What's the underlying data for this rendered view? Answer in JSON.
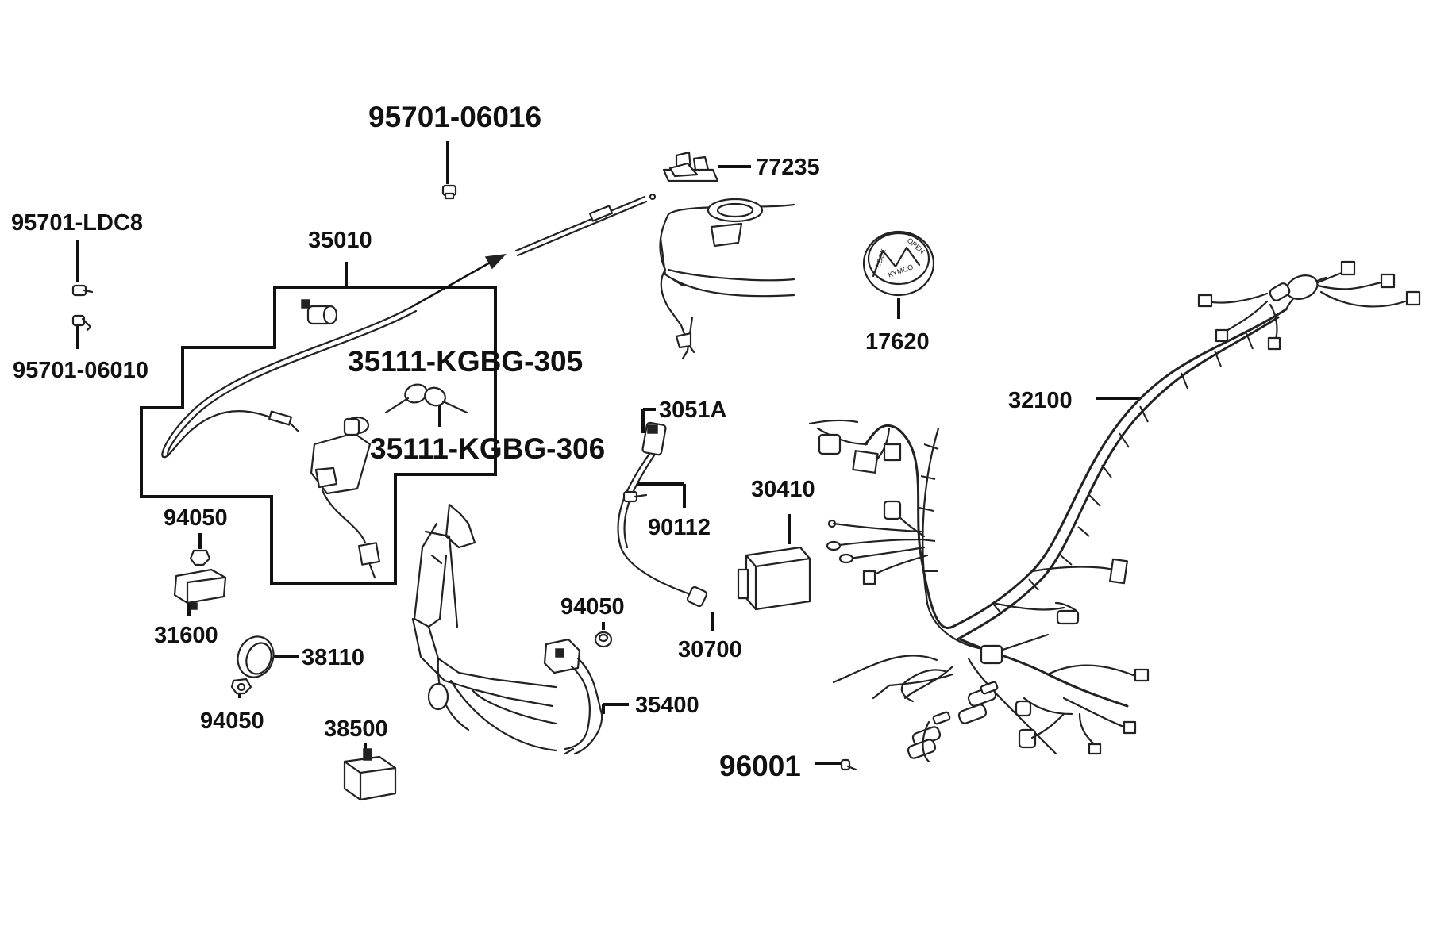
{
  "labels": {
    "p95701_06016": "95701-06016",
    "p77235": "77235",
    "p95701_ldc8": "95701-LDC8",
    "p35010": "35010",
    "p17620": "17620",
    "p95701_06010": "95701-06010",
    "p35111_305": "35111-KGBG-305",
    "p32100": "32100",
    "p3051a": "3051A",
    "p35111_306": "35111-KGBG-306",
    "p30410": "30410",
    "p94050_a": "94050",
    "p90112": "90112",
    "p31600": "31600",
    "p94050_b": "94050",
    "p38110": "38110",
    "p30700": "30700",
    "p35400": "35400",
    "p94050_c": "94050",
    "p38500": "38500",
    "p96001": "96001"
  },
  "seal_text": {
    "lock": "LOCK",
    "open": "OPEN",
    "brand": "KYMCO"
  }
}
